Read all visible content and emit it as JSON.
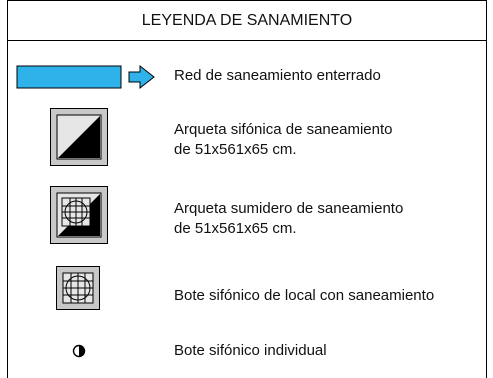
{
  "legend": {
    "title": "LEYENDA DE SANAMIENTO",
    "entries": [
      {
        "icon": "pipe-arrow-icon",
        "line1": "Red de saneamiento enterrado"
      },
      {
        "icon": "siphon-box-icon",
        "line1": "Arqueta sifónica de saneamiento",
        "line2": "de 51x561x65 cm."
      },
      {
        "icon": "sump-box-icon",
        "line1": "Arqueta sumidero de saneamiento",
        "line2": "de 51x561x65 cm."
      },
      {
        "icon": "local-siphon-icon",
        "line1": "Bote sifónico de local con saneamiento"
      },
      {
        "icon": "half-circle-icon",
        "line1": "Bote sifónico individual"
      }
    ],
    "colors": {
      "pipe": "#2fb2ea",
      "box_fill": "#c8c8c8",
      "border": "#000000"
    }
  }
}
